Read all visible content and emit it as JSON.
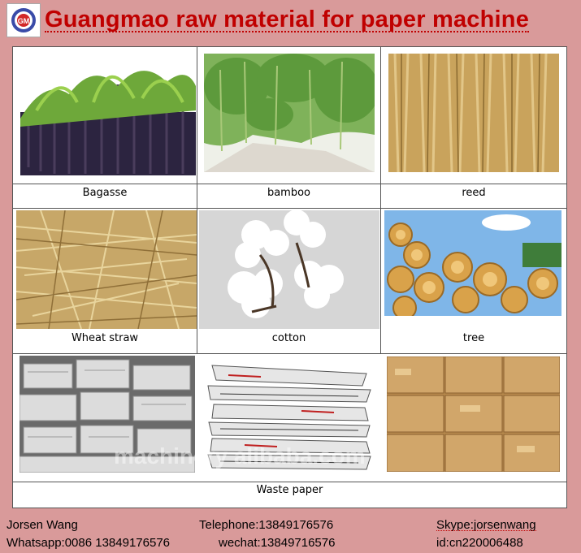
{
  "header": {
    "title": "Guangmao raw material for paper machine",
    "logo_text": "GM"
  },
  "materials": [
    {
      "label": "Bagasse",
      "icon": "sugarcane-photo"
    },
    {
      "label": "bamboo",
      "icon": "bamboo-photo"
    },
    {
      "label": "reed",
      "icon": "reed-photo"
    },
    {
      "label": "Wheat straw",
      "icon": "straw-photo"
    },
    {
      "label": "cotton",
      "icon": "cotton-photo"
    },
    {
      "label": "tree",
      "icon": "logs-photo"
    },
    {
      "label": "Waste paper",
      "icon": "waste-paper-photo"
    }
  ],
  "watermark": "machinery alibaba.com",
  "contact": {
    "name": "Jorsen Wang",
    "telephone": "Telephone:13849176576",
    "skype": "Skype:jorsenwang",
    "whatsapp": "Whatsapp:0086 13849176576",
    "wechat": "wechat:13849716576",
    "id": "id:cn220006488"
  },
  "colors": {
    "background": "#d99a9a",
    "title": "#c00000"
  }
}
